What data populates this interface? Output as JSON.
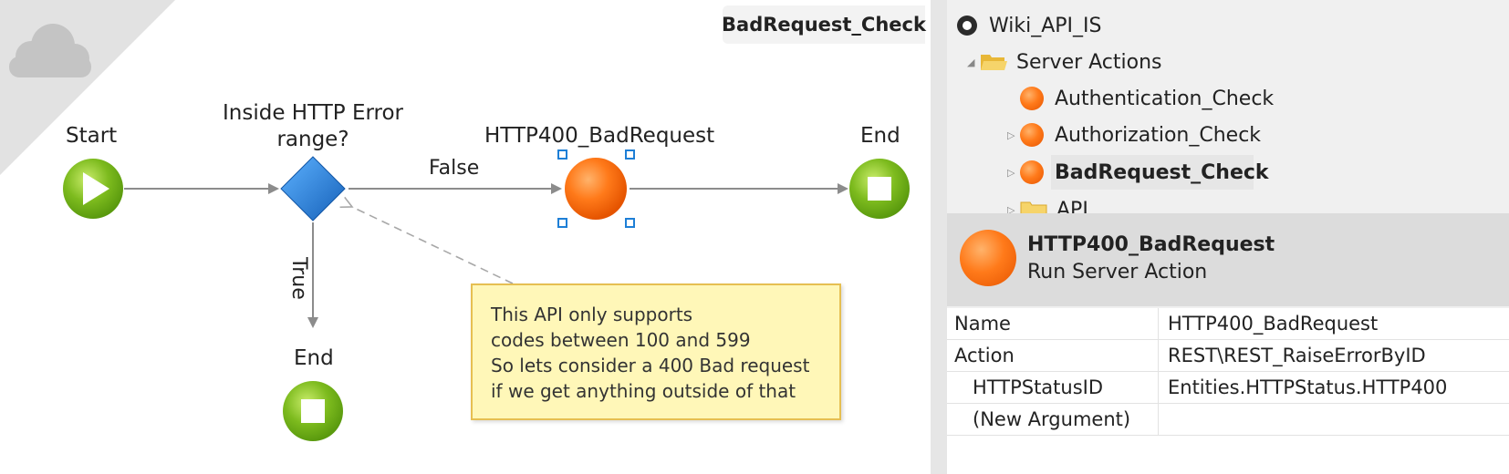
{
  "canvas": {
    "module_tab": "BadRequest_Check",
    "nodes": {
      "start": "Start",
      "if_line1": "Inside HTTP Error",
      "if_line2": "range?",
      "action": "HTTP400_BadRequest",
      "end_right": "End",
      "end_bottom": "End"
    },
    "connectors": {
      "false_label": "False",
      "true_label": "True"
    },
    "comment": [
      "This API only supports",
      "codes between 100 and 599",
      "So lets consider a 400 Bad request",
      "if we get anything outside of that"
    ]
  },
  "tree": {
    "root": "Wiki_API_IS",
    "server_actions": "Server Actions",
    "items": [
      "Authentication_Check",
      "Authorization_Check",
      "BadRequest_Check"
    ],
    "next_folder": "API"
  },
  "properties": {
    "title": "HTTP400_BadRequest",
    "subtitle": "Run Server Action",
    "rows": [
      {
        "name": "Name",
        "value": "HTTP400_BadRequest"
      },
      {
        "name": "Action",
        "value": "REST\\REST_RaiseErrorByID"
      },
      {
        "name": "HTTPStatusID",
        "value": "Entities.HTTPStatus.HTTP400"
      },
      {
        "name": "(New Argument)",
        "value": ""
      }
    ]
  },
  "colors": {
    "start_green": "#7dbb1e",
    "decision_blue": "#1e7fd6",
    "action_orange": "#ff7a1a",
    "note_yellow": "#fff7b8"
  }
}
